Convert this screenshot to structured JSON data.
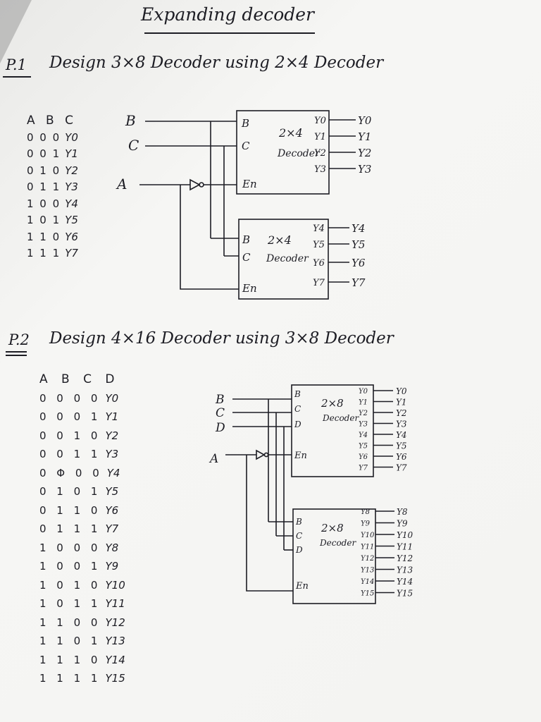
{
  "page": {
    "title": "Expanding decoder",
    "p1": {
      "label": "P.1",
      "heading": "Design 3×8 Decoder using 2×4 Decoder",
      "table_header": "A B C",
      "rows": [
        {
          "bits": "0 0 0",
          "out": "Y0"
        },
        {
          "bits": "0 0 1",
          "out": "Y1"
        },
        {
          "bits": "0 1 0",
          "out": "Y2"
        },
        {
          "bits": "0 1 1",
          "out": "Y3"
        },
        {
          "bits": "1 0 0",
          "out": "Y4"
        },
        {
          "bits": "1 0 1",
          "out": "Y5"
        },
        {
          "bits": "1 1 0",
          "out": "Y6"
        },
        {
          "bits": "1 1 1",
          "out": "Y7"
        }
      ],
      "inputs": {
        "b": "B",
        "c": "C",
        "a": "A"
      },
      "top_block": {
        "line1": "2×4",
        "line2": "Decoder",
        "pins": {
          "b": "B",
          "c": "C",
          "en": "En"
        },
        "outs": [
          "Y0",
          "Y1",
          "Y2",
          "Y3"
        ],
        "wire_labels": [
          "Y0",
          "Y1",
          "Y2",
          "Y3"
        ]
      },
      "bottom_block": {
        "line1": "2×4",
        "line2": "Decoder",
        "pins": {
          "b": "B",
          "c": "C",
          "en": "En"
        },
        "outs": [
          "Y4",
          "Y5",
          "Y6",
          "Y7"
        ],
        "wire_labels": [
          "Y4",
          "Y5",
          "Y6",
          "Y7"
        ]
      }
    },
    "p2": {
      "label": "P.2",
      "heading": "Design 4×16 Decoder using 3×8 Decoder",
      "table_header": "A B C D",
      "rows": [
        {
          "bits": "0 0 0 0",
          "out": "Y0"
        },
        {
          "bits": "0 0 0 1",
          "out": "Y1"
        },
        {
          "bits": "0 0 1 0",
          "out": "Y2"
        },
        {
          "bits": "0 0 1 1",
          "out": "Y3"
        },
        {
          "bits": "0 Φ 0 0",
          "out": "Y4"
        },
        {
          "bits": "0 1 0 1",
          "out": "Y5"
        },
        {
          "bits": "0 1 1 0",
          "out": "Y6"
        },
        {
          "bits": "0 1 1 1",
          "out": "Y7"
        },
        {
          "bits": "1 0 0 0",
          "out": "Y8"
        },
        {
          "bits": "1 0 0 1",
          "out": "Y9"
        },
        {
          "bits": "1 0 1 0",
          "out": "Y10"
        },
        {
          "bits": "1 0 1 1",
          "out": "Y11"
        },
        {
          "bits": "1 1 0 0",
          "out": "Y12"
        },
        {
          "bits": "1 1 0 1",
          "out": "Y13"
        },
        {
          "bits": "1 1 1 0",
          "out": "Y14"
        },
        {
          "bits": "1 1 1 1",
          "out": "Y15"
        }
      ],
      "inputs": {
        "b": "B",
        "c": "C",
        "d": "D",
        "a": "A"
      },
      "top_block": {
        "line1": "2×8",
        "line2": "Decoder",
        "pins": {
          "b": "B",
          "c": "C",
          "d": "D",
          "en": "En"
        },
        "outs": [
          "Y0",
          "Y1",
          "Y2",
          "Y3",
          "Y4",
          "Y5",
          "Y6",
          "Y7"
        ],
        "wire_labels": [
          "Y0",
          "Y1",
          "Y2",
          "Y3",
          "Y4",
          "Y5",
          "Y6",
          "Y7"
        ]
      },
      "bottom_block": {
        "line1": "2×8",
        "line2": "Decoder",
        "pins": {
          "b": "B",
          "c": "C",
          "d": "D",
          "en": "En"
        },
        "outs": [
          "Y8",
          "Y9",
          "Y10",
          "Y11",
          "Y12",
          "Y13",
          "Y14",
          "Y15"
        ],
        "wire_labels": [
          "Y8",
          "Y9",
          "Y10",
          "Y11",
          "Y12",
          "Y13",
          "Y14",
          "Y15"
        ]
      }
    }
  }
}
